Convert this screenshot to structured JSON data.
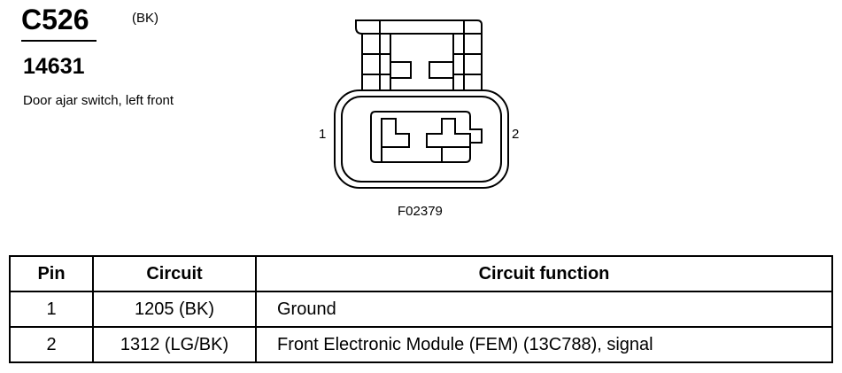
{
  "connector": {
    "id": "C526",
    "color": "(BK)",
    "part_number": "14631",
    "description": "Door ajar switch, left front"
  },
  "figure": {
    "pin_labels": [
      "1",
      "2"
    ],
    "figure_id": "F02379"
  },
  "table": {
    "headers": [
      "Pin",
      "Circuit",
      "Circuit function"
    ],
    "rows": [
      {
        "pin": "1",
        "circuit": "1205 (BK)",
        "function": "Ground"
      },
      {
        "pin": "2",
        "circuit": "1312 (LG/BK)",
        "function": "Front Electronic Module (FEM) (13C788), signal"
      }
    ]
  }
}
